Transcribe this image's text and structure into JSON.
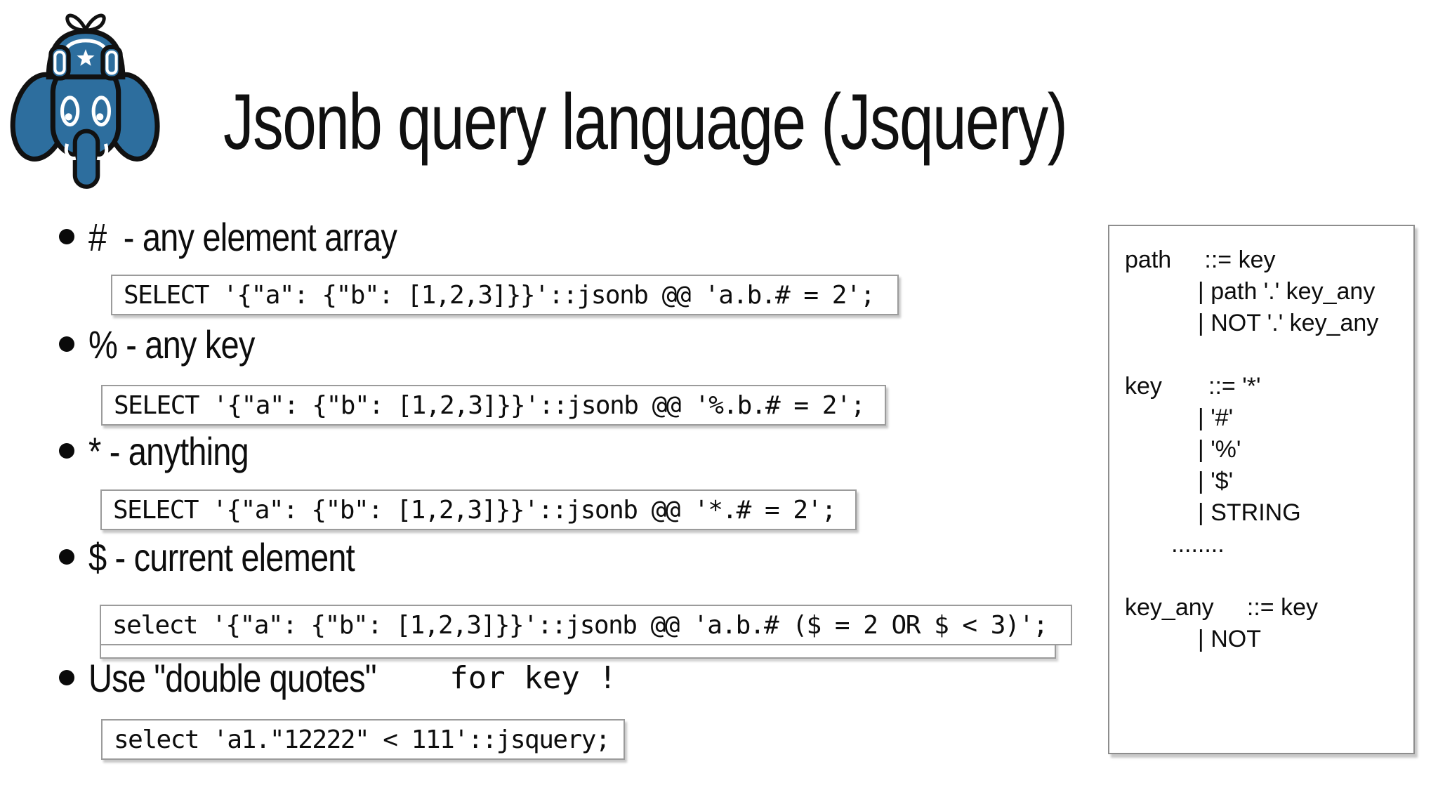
{
  "slide": {
    "title": "Jsonb query language (Jsquery)",
    "brand_blue": "#2d6e9e",
    "text_color": "#111111",
    "box_border_color": "#9b9b9b"
  },
  "bullets": [
    {
      "label": "#  - any element array",
      "code": "SELECT '{\"a\": {\"b\": [1,2,3]}}'::jsonb @@ 'a.b.# = 2';"
    },
    {
      "label": "% - any key",
      "code": "SELECT '{\"a\": {\"b\": [1,2,3]}}'::jsonb @@ '%.b.# = 2';"
    },
    {
      "label": "* - anything",
      "code": "SELECT '{\"a\": {\"b\": [1,2,3]}}'::jsonb @@ '*.# = 2';"
    },
    {
      "label": "$ - current element",
      "code": "select '{\"a\": {\"b\": [1,2,3]}}'::jsonb @@ 'a.b.# ($ = 2 OR $ < 3)';"
    },
    {
      "label": "Use \"double quotes\"",
      "mono_suffix": " for key !",
      "code": "select 'a1.\"12222\" < 111'::jsquery;"
    }
  ],
  "grammar": {
    "lines": [
      "path     ::= key",
      "           | path '.' key_any",
      "           | NOT '.' key_any",
      "",
      "key       ::= '*'",
      "           | '#'",
      "           | '%'",
      "           | '$'",
      "           | STRING",
      "       ........",
      "",
      "key_any     ::= key",
      "           | NOT"
    ]
  }
}
